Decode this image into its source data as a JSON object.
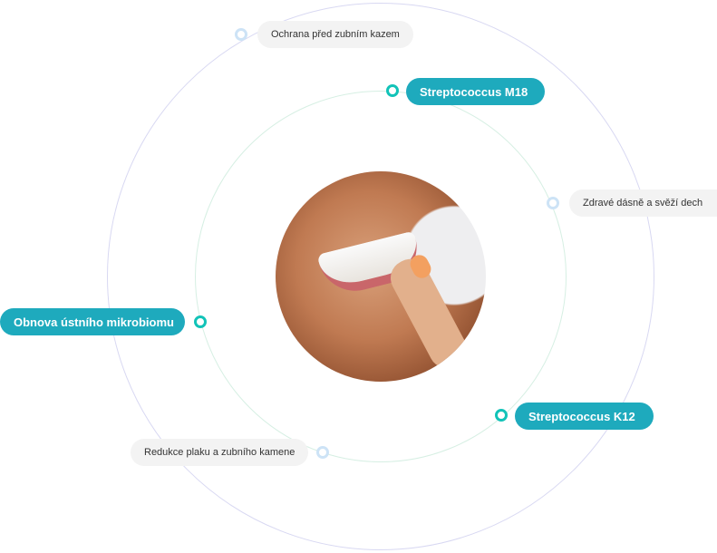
{
  "labels": {
    "top_grey": "Ochrana před zubním kazem",
    "m18": "Streptococcus M18",
    "right_grey": "Zdravé dásně a svěží dech",
    "left_blue": "Obnova ústního mikrobiomu",
    "k12": "Streptococcus K12",
    "bottom_grey": "Redukce plaku a zubního kamene"
  },
  "colors": {
    "accent": "#1eaabd",
    "dot_teal": "#12c3b8",
    "dot_light": "#cde3f6"
  }
}
